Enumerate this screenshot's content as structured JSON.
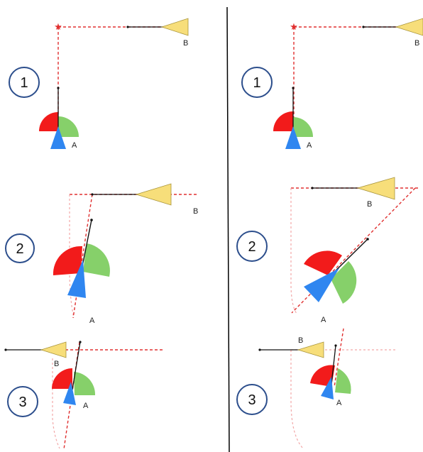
{
  "colors": {
    "path": "#e03030",
    "path_faint": "#f2a8a8",
    "ring": "#2c4e8c",
    "agent_a": "#2f86f0",
    "agent_b": "#f7de7a",
    "sector_red": "#f21b1b",
    "sector_green": "#86d06a",
    "heading": "#111111"
  },
  "labels": {
    "left": {
      "scene1": {
        "step": "1",
        "a": "A",
        "b": "B"
      },
      "scene2": {
        "step": "2",
        "a": "A",
        "b": "B"
      },
      "scene3": {
        "step": "3",
        "a": "A",
        "b": "B"
      }
    },
    "right": {
      "scene1": {
        "step": "1",
        "a": "A",
        "b": "B"
      },
      "scene2": {
        "step": "2",
        "a": "A",
        "b": "B"
      },
      "scene3": {
        "step": "3",
        "a": "A",
        "b": "B"
      }
    }
  }
}
